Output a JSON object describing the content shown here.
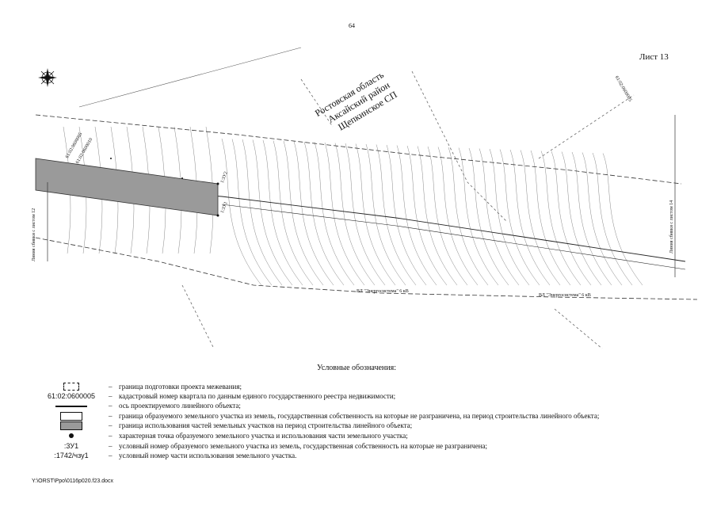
{
  "page": {
    "number": "64",
    "sheet": "Лист 13"
  },
  "region": {
    "line1": "Ростовская область",
    "line2": "Аксайский район",
    "line3": "Щепкинское СП"
  },
  "map_labels": {
    "left_match": "Линия сбивки с листом 12",
    "right_match": "Линия сбивки с листом 14",
    "left_codes": [
      "61:02:0600005",
      "61:02:0600010"
    ],
    "right_code": "61:02:0600005",
    "bottom_utility": "ВЛ \"Энергосистема\" 6 кВ",
    "bottom_utility2": "ВЛ \"Энергосистема\" 6 кВ",
    "point_top": "1:3У2",
    "point_bottom": "1:3У1"
  },
  "legend": {
    "title": "Условные обозначения:",
    "items": [
      {
        "symbol": "dashed-box",
        "symbol_text": "",
        "text": "граница подготовки проекта межевания;"
      },
      {
        "symbol": "text",
        "symbol_text": "61:02:0600005",
        "text": "кадастровый номер квартала по данным единого государственного реестра недвижимости;"
      },
      {
        "symbol": "line",
        "symbol_text": "",
        "text": "ось проектируемого линейного объекта;"
      },
      {
        "symbol": "rect-white",
        "symbol_text": "",
        "text": "граница образуемого земельного участка из земель, государственная собственность на которые не разграничена, на период строительства линейного объекта;"
      },
      {
        "symbol": "rect-gray",
        "symbol_text": "",
        "text": "граница использования частей земельных участков на период строительства линейного объекта;"
      },
      {
        "symbol": "dot",
        "symbol_text": "",
        "text": "характерная точка образуемого земельного участка и использования части земельного участка;"
      },
      {
        "symbol": "text",
        "symbol_text": ":3У1",
        "text": "условный номер образуемого земельного участка из земель, государственная собственность на которые не разграничена;"
      },
      {
        "symbol": "text",
        "symbol_text": ":1742/чзу1",
        "text": "условный номер части использования земельного участка."
      }
    ]
  },
  "footer": {
    "path": "Y:\\ORST\\Ppo\\0116p020.f23.docx"
  }
}
